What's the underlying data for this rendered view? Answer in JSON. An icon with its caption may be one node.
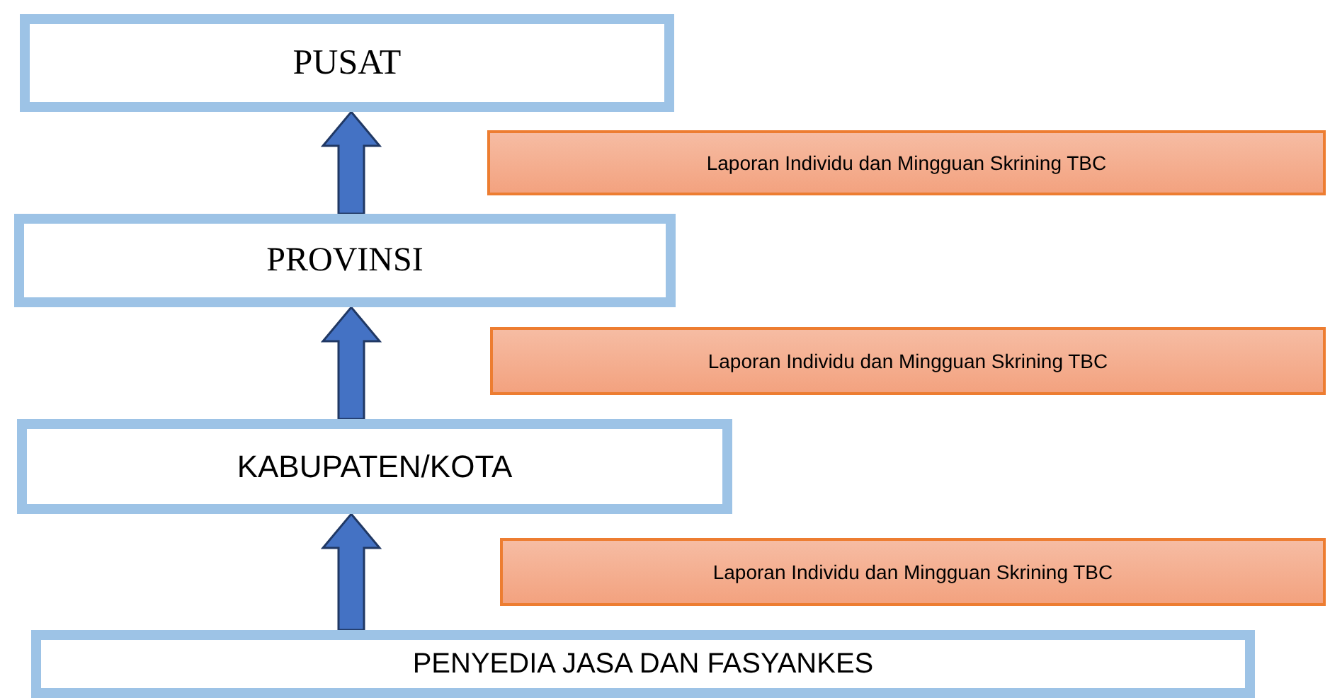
{
  "diagram": {
    "nodes": [
      {
        "text": [
          "PUSAT"
        ]
      },
      {
        "text": [
          "PROVINSI"
        ]
      },
      {
        "text": [
          "KABUPATEN/KOTA"
        ]
      },
      {
        "text": [
          "PENYEDIA JASA DAN FASYANKES"
        ]
      },
      {
        "text": [
          "Laporan Individu dan Mingguan Skrining TBC"
        ]
      },
      {
        "text": [
          "Laporan Individu dan Mingguan Skrining TBC"
        ]
      },
      {
        "text": [
          "Laporan Individu dan Mingguan Skrining TBC"
        ]
      }
    ],
    "edges": [
      {
        "from": 1,
        "to": 0,
        "arrow": "to"
      },
      {
        "from": 2,
        "to": 1,
        "arrow": "to"
      },
      {
        "from": 3,
        "to": 2,
        "arrow": "to"
      }
    ]
  }
}
